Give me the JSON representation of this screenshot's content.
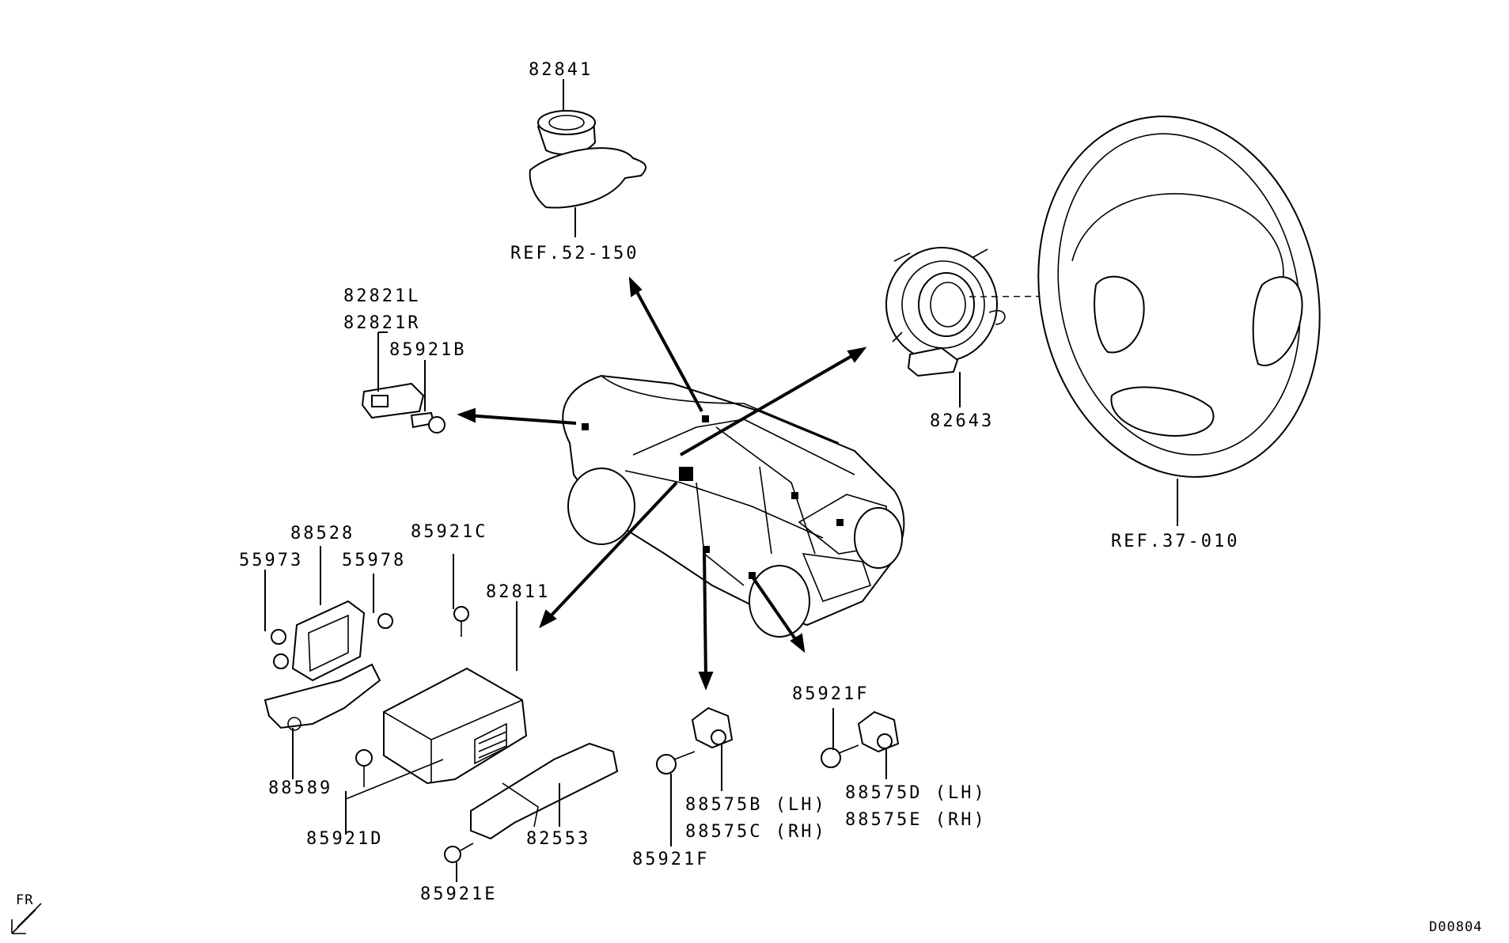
{
  "labels": {
    "p82841": "82841",
    "ref52": "REF.52-150",
    "p82821L": "82821L",
    "p82821R": "82821R",
    "p85921B": "85921B",
    "p82643": "82643",
    "ref37": "REF.37-010",
    "p88528": "88528",
    "p55973": "55973",
    "p55978": "55978",
    "p85921C": "85921C",
    "p82811": "82811",
    "p88589": "88589",
    "p85921D": "85921D",
    "p82553": "82553",
    "p85921E": "85921E",
    "p85921F_a": "85921F",
    "p88575B": "88575B (LH)",
    "p88575C": "88575C (RH)",
    "p85921F_b": "85921F",
    "p88575D": "88575D (LH)",
    "p88575E": "88575E (RH)",
    "fr": "FR",
    "code": "D00804"
  }
}
